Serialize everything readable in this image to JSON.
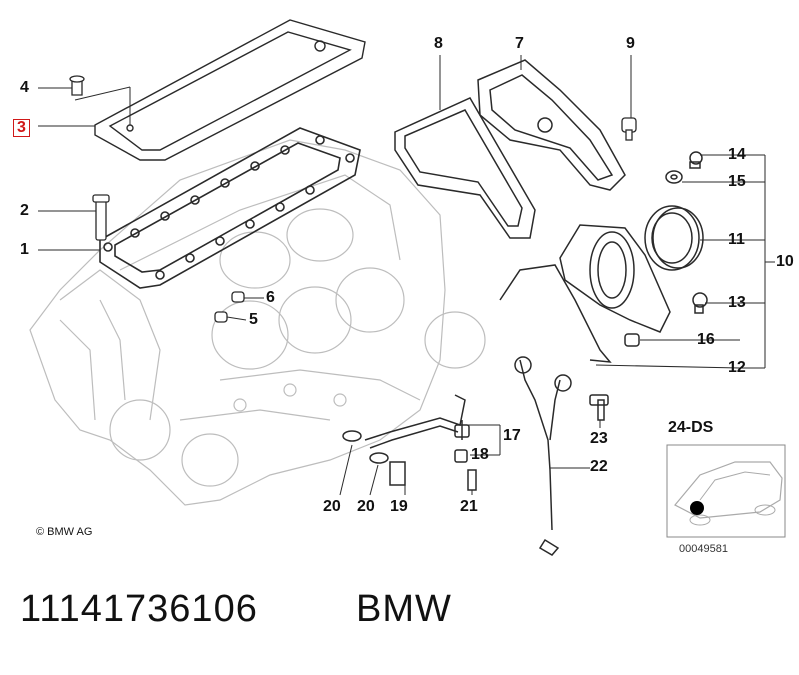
{
  "diagram": {
    "callouts": [
      {
        "id": "1",
        "label": "1"
      },
      {
        "id": "2",
        "label": "2"
      },
      {
        "id": "3",
        "label": "3"
      },
      {
        "id": "4",
        "label": "4"
      },
      {
        "id": "5",
        "label": "5"
      },
      {
        "id": "6",
        "label": "6"
      },
      {
        "id": "7",
        "label": "7"
      },
      {
        "id": "8",
        "label": "8"
      },
      {
        "id": "9",
        "label": "9"
      },
      {
        "id": "10",
        "label": "10"
      },
      {
        "id": "11",
        "label": "11"
      },
      {
        "id": "12",
        "label": "12"
      },
      {
        "id": "13",
        "label": "13"
      },
      {
        "id": "14",
        "label": "14"
      },
      {
        "id": "15",
        "label": "15"
      },
      {
        "id": "16",
        "label": "16"
      },
      {
        "id": "17",
        "label": "17"
      },
      {
        "id": "18",
        "label": "18"
      },
      {
        "id": "19",
        "label": "19"
      },
      {
        "id": "20a",
        "label": "20"
      },
      {
        "id": "20b",
        "label": "20"
      },
      {
        "id": "21",
        "label": "21"
      },
      {
        "id": "22",
        "label": "22"
      },
      {
        "id": "23",
        "label": "23"
      }
    ],
    "highlighted_callout": "3",
    "copyright": "© BMW AG",
    "inset": {
      "title": "24-DS",
      "code": "00049581"
    }
  },
  "footer": {
    "part_number": "11141736106",
    "brand": "BMW"
  },
  "colors": {
    "highlight": "#d01818",
    "ink": "#111111",
    "line_art": "#2a2a2a",
    "faint": "#b8b8b8"
  }
}
